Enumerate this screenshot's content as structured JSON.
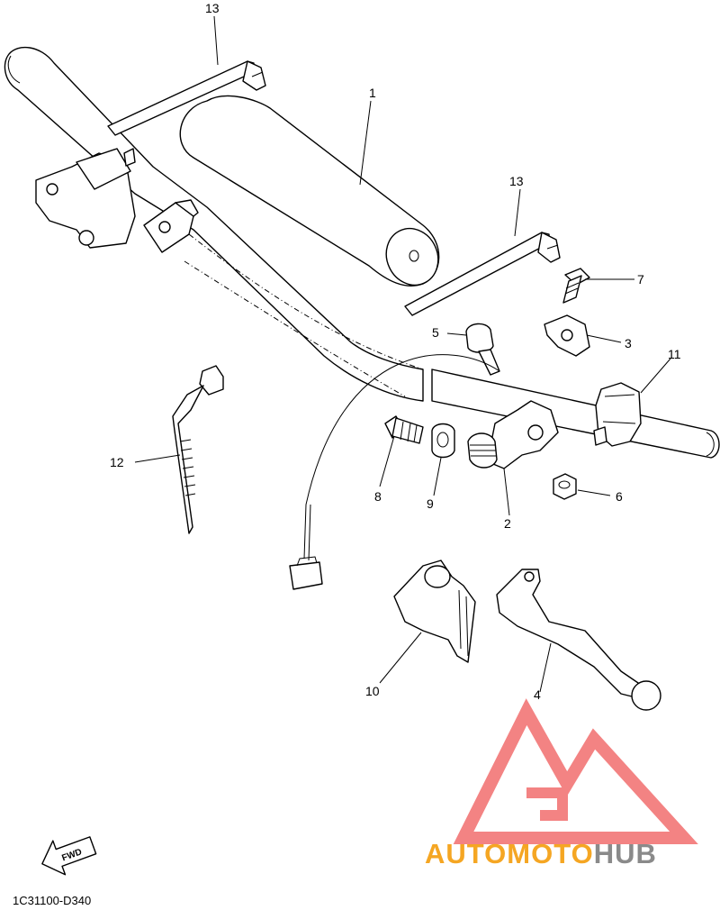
{
  "callouts": [
    {
      "id": "c1",
      "text": "1"
    },
    {
      "id": "c2",
      "text": "2"
    },
    {
      "id": "c3",
      "text": "3"
    },
    {
      "id": "c4",
      "text": "4"
    },
    {
      "id": "c5",
      "text": "5"
    },
    {
      "id": "c6",
      "text": "6"
    },
    {
      "id": "c7",
      "text": "7"
    },
    {
      "id": "c8",
      "text": "8"
    },
    {
      "id": "c9",
      "text": "9"
    },
    {
      "id": "c10",
      "text": "10"
    },
    {
      "id": "c11",
      "text": "11"
    },
    {
      "id": "c12",
      "text": "12"
    },
    {
      "id": "c13a",
      "text": "13"
    },
    {
      "id": "c13b",
      "text": "13"
    }
  ],
  "fwd_label": "FWD",
  "diagram_code": "1C31100-D340",
  "watermark": {
    "text_orange": "AUTOMOTO",
    "text_grey": "HUB",
    "color_orange": "#f5a623",
    "color_grey": "#8a8a8a",
    "color_logo": "#f05a5a"
  }
}
